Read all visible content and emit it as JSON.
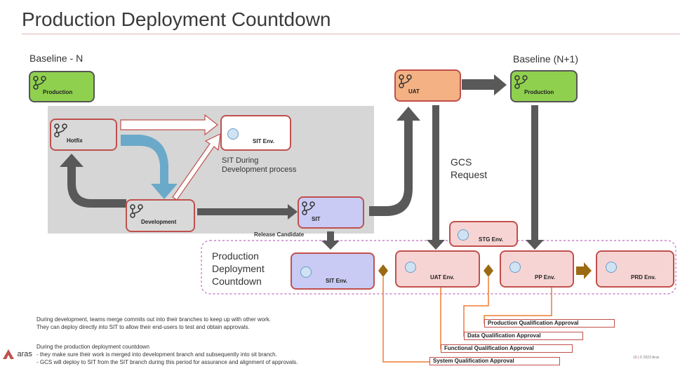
{
  "title": "Production Deployment Countdown",
  "labels": {
    "baseline_n": "Baseline - N",
    "baseline_n1": "Baseline (N+1)",
    "sit_during": "SIT During",
    "dev_process": "Development process",
    "gcs": "GCS",
    "request": "Request",
    "release_candidate": "Release Candidate",
    "pdc_line1": "Production",
    "pdc_line2": "Deployment",
    "pdc_line3": "Countdown"
  },
  "nodes": {
    "production_left": "Production",
    "hotfix": "Hotfix",
    "sit_env_top": "SIT Env.",
    "development": "Development",
    "sit": "SIT",
    "uat": "UAT",
    "production_right": "Production",
    "stg_env": "STG Env.",
    "sit_env": "SIT Env.",
    "uat_env": "UAT Env.",
    "pp_env": "PP Env.",
    "prd_env": "PRD Env."
  },
  "approvals": {
    "production": "Production Qualification Approval",
    "data": "Data Qualification Approval",
    "functional": "Functional Qualification Approval",
    "system": "System Qualification Approval"
  },
  "notes": {
    "p1_l1": "During development, teams merge commits out into their branches to keep up with other work.",
    "p1_l2": "They can deploy directly into SIT to allow their end-users to test and obtain approvals.",
    "p2_l1": "During the production deployment countdown",
    "p2_l2": "- they make sure their work is merged into development branch and subsequently into sit branch.",
    "p2_l3": "- GCS will deploy to SIT from the SIT branch during this period for assurance and alignment of approvals."
  },
  "footer": {
    "logo": "aras",
    "page": "10",
    "copyright": "© 2023 Aras"
  },
  "colors": {
    "green": "#8fd14f",
    "salmon": "#f4b183",
    "lavender": "#c9cbf5",
    "pink": "#f7d4d4",
    "accent_red": "#c0504d",
    "arrow_grey": "#595959",
    "arrow_blue": "#6aa9c9",
    "approval_line": "#ed7d31",
    "diamond": "#9c6a12"
  }
}
